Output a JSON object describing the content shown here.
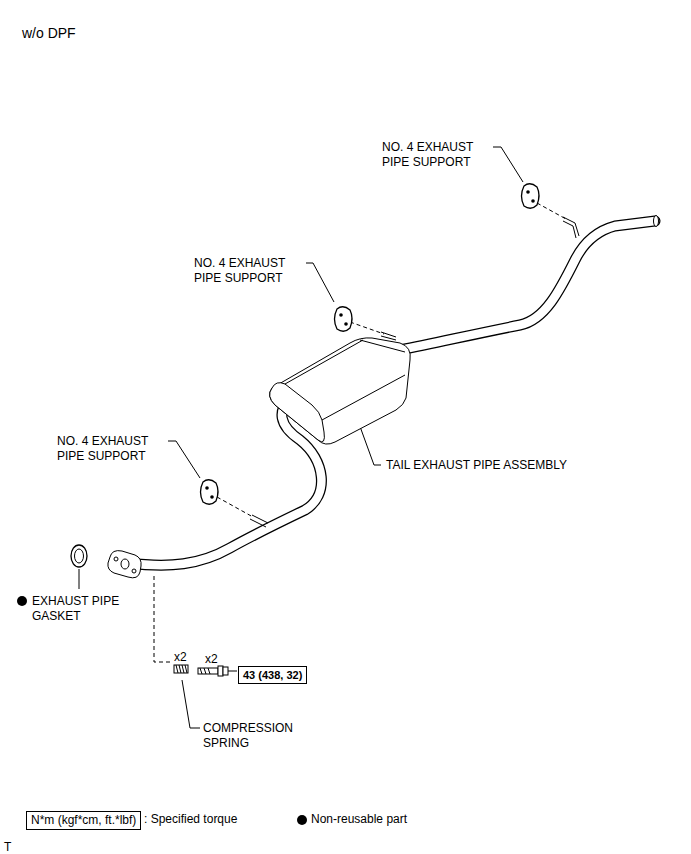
{
  "diagram": {
    "nodes": [
      {
        "text": [
          "43 (438, 32)"
        ]
      },
      {
        "text": [
          "N*m (kgf*cm, ft.*lbf)"
        ]
      }
    ],
    "labels": [
      "w/o DPF",
      "NO. 4 EXHAUST PIPE SUPPORT",
      "NO. 4 EXHAUST PIPE SUPPORT",
      "TAIL EXHAUST PIPE ASSEMBLY",
      "NO. 4 EXHAUST PIPE SUPPORT",
      "EXHAUST PIPE GASKET",
      "x2",
      "x2",
      "COMPRESSION SPRING",
      "T"
    ],
    "legend": [
      {
        "text": ": Specified torque"
      },
      {
        "text": "Non-reusable part"
      }
    ]
  }
}
